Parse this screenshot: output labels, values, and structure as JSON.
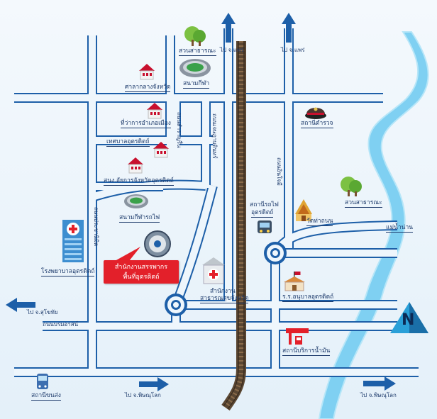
{
  "labels": {
    "park_top": "สวนสาธารณะ",
    "stadium": "สนามกีฬา",
    "court": "ศาลากลางจังหวัด",
    "district_office": "ที่ว่าการอำเภอเมือง",
    "municipality": "เทศบาลอุตรดิตถ์",
    "provincial_office": "สนง.อัยการจังหวัดอุตรดิตถ์",
    "stadium_rail": "สนามกีฬารถไฟ",
    "hospital": "โรงพยาบาลอุตรดิตถ์",
    "police": "สถานีตำรวจ",
    "train_station_l1": "สถานีรถไฟ",
    "train_station_l2": "อุตรดิตถ์",
    "temple": "วัดท่าถนน",
    "park_right": "สวนสาธารณะ",
    "health_office_l1": "สำนักงาน",
    "health_office_l2": "สาธารณสุขจังหวัด",
    "school": "ร.ร.อนุบาลอุตรดิตถ์",
    "gas_station": "สถานีบริการน้ำมัน",
    "bus_station": "สถานีขนส่ง",
    "river": "แม่น้ำน่าน",
    "north": "N"
  },
  "callout": {
    "line1": "สำนักงานสรรพากร",
    "line2": "พื้นที่อุตรดิตถ์"
  },
  "roads": {
    "road_a": "ถนนประชานิมิต",
    "road_b": "ถนนสำราญรื่น",
    "road_c": "ถนนเจษฎาบดินทร์",
    "road_d": "ถนนบรมอาสน์",
    "road_e": "ถนนอินใจมี"
  },
  "directions": {
    "to_phrae_1": "ไป จ.แพร่",
    "to_phrae_2": "ไป จ.แพร่",
    "to_sukhothai": "ไป จ.สุโขทัย",
    "to_phitsanulok_1": "ไป จ.พิษณุโลก",
    "to_phitsanulok_2": "ไป จ.พิษณุโลก"
  },
  "colors": {
    "road": "#1d5fa8",
    "callout": "#e3202a",
    "river": "#6ec9ef",
    "rail": "#5a4632"
  }
}
